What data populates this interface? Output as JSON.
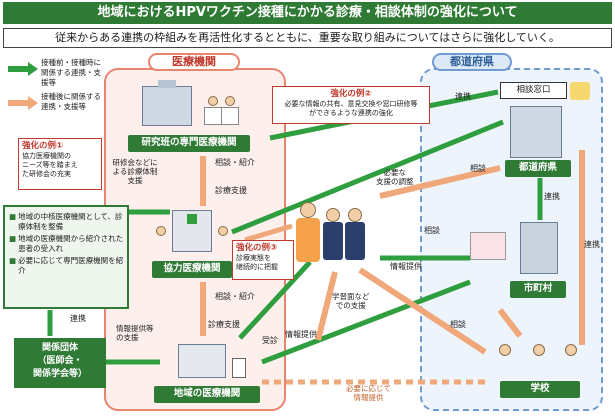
{
  "title": "地域におけるHPVワクチン接種にかかる診療・相談体制の強化について",
  "subtitle": "従来からある連携の枠組みを再活性化するとともに、重要な取り組みについてはさらに強化していく。",
  "legend": {
    "green_label": "接種前・接種時に関係する連携・支援等",
    "orange_label": "接種後に関係する連携・支援等"
  },
  "regions": {
    "medical": "医療機関",
    "prefecture": "都道府県"
  },
  "nodes": {
    "specialized": "研究班の専門医療機関",
    "cooperating": "協力医療機関",
    "local": "地域の医療機関",
    "prefecture": "都道府県",
    "municipality": "市町村",
    "school": "学校",
    "association": "関係団体\n（医師会・\n関係学会等）",
    "consult_window": "相談窓口"
  },
  "examples": {
    "ex1_title": "強化の例①",
    "ex1_text": "協力医療機関の\nニーズ等を踏まえ\nた研修会の充実",
    "ex2_title": "強化の例②",
    "ex2_text": "必要な情報の共有、意見交換や窓口研修等\nができるような連携の強化",
    "ex3_title": "強化の例③",
    "ex3_text": "診療実態を\n継続的に把握"
  },
  "left_info": {
    "items": [
      "地域の中核医療機関として、診療体制を整備",
      "地域の医療機関から紹介された患者の受入れ",
      "必要に応じて専門医療機関を紹介"
    ]
  },
  "edge_labels": {
    "training": "研修会などによる診療体制支援",
    "consult_referral_1": "相談・紹介",
    "clinical_support_1": "診療支援",
    "consult_referral_2": "相談・紹介",
    "clinical_support_2": "診療支援",
    "collab_left": "連携",
    "collab_top": "連携",
    "collab_right": "連携",
    "collab_mid": "連携",
    "info_share_support": "情報提供等\nの支援",
    "receive": "受診",
    "info_provide_1": "情報提供",
    "info_provide_2": "情報提供",
    "consult_1": "相談",
    "consult_2": "相談",
    "consult_3": "相談",
    "needed_support": "必要な\n支援の調整",
    "school_support": "学習面など\nでの支援",
    "as_needed_info": "必要に応じて\n情報提供"
  }
}
